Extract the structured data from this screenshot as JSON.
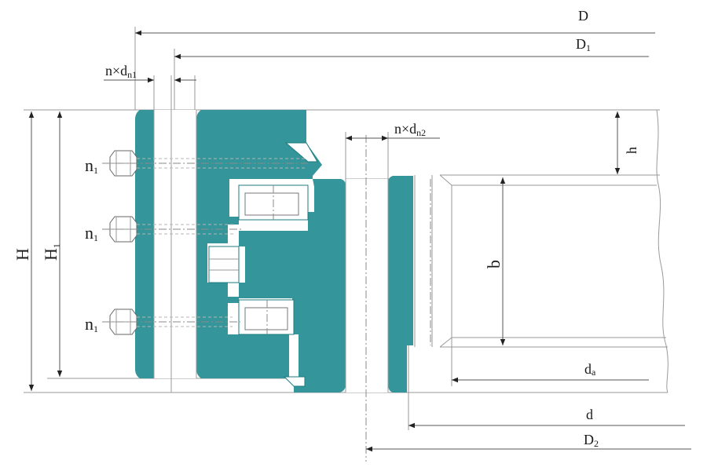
{
  "colors": {
    "teal": "#34969a",
    "line": "#9a9a9a",
    "dim": "#555555",
    "text": "#1a1a1a"
  },
  "labels": {
    "D": "D",
    "D1_main": "D",
    "D1_sub": "1",
    "nxdn1_main": "n×d",
    "nxdn1_sub": "n1",
    "nxdn2_main": "n×d",
    "nxdn2_sub": "n2",
    "h": "h",
    "H": "H",
    "H1_main": "H",
    "H1_sub": "1",
    "n1_main": "n",
    "n1_sub": "1",
    "b": "b",
    "da_main": "d",
    "da_sub": "a",
    "d": "d",
    "D2_main": "D",
    "D2_sub": "2"
  }
}
